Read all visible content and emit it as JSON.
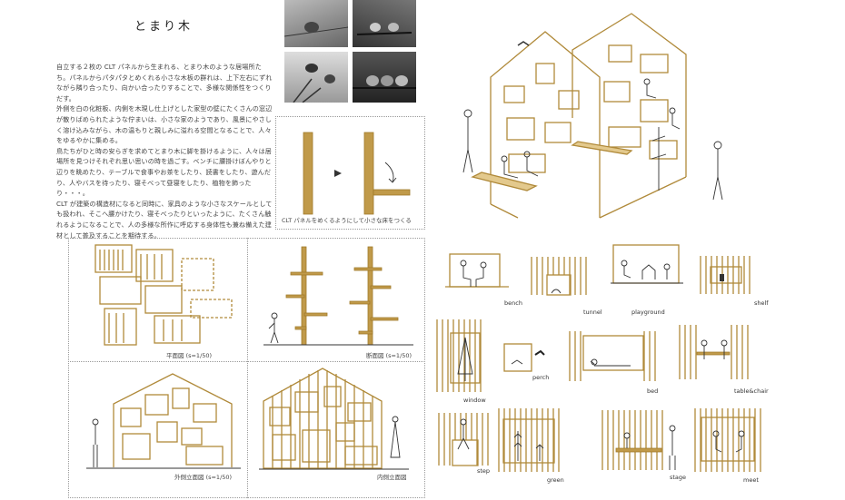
{
  "title": "とまり木",
  "description": [
    "自立する２枚の CLT パネルから生まれる、とまり木のような居場所たち。パネルからパタパタとめくれる小さな木板の群れは、上下左右にずれながら隣り合ったり、向かい合ったりすることで、多様な関係性をつくりだす。",
    "外側を白の化粧板、内側を木現し仕上げとした家型の壁にたくさんの窓辺が散りばめられたような佇まいは、小さな家のようであり、風景にやさしく溶け込みながら、木の温もりと親しみに溢れる空間となることで、人々をゆるやかに集める。",
    "鳥たちがひと時の安らぎを求めてとまり木に脚を掛けるように、人々は居場所を見つけそれぞれ思い思いの時を過ごす。ベンチに腰掛けぼんやりと辺りを眺めたり、テーブルで食事やお茶をしたり、読書をしたり、遊んだり、人やバスを待ったり、寝そべって昼寝をしたり、植物を飾ったり・・・。",
    "CLT が建築の構造材になると同時に、家具のような小さなスケールとしても扱われ、そこへ腰かけたり、寝そべったりといったように、たくさん触れるようになることで、人の多様な所作に呼応する身体性も兼ね備えた建材として普及することを期待する。"
  ],
  "diagram_caption": "CLT パネルをめくるようにして小さな床をつくる",
  "drawings": {
    "plan": "平面図 (s=1/50)",
    "section": "断面図 (s=1/50)",
    "exterior_elevation": "外側立面図 (s=1/50)",
    "interior_elevation": "内側立面図"
  },
  "scenes": [
    "bench",
    "tunnel",
    "playground",
    "shelf",
    "window",
    "perch",
    "bed",
    "table&chair",
    "step",
    "green",
    "stage",
    "meet"
  ],
  "colors": {
    "wood": "#b08a3a",
    "text": "#444444"
  }
}
